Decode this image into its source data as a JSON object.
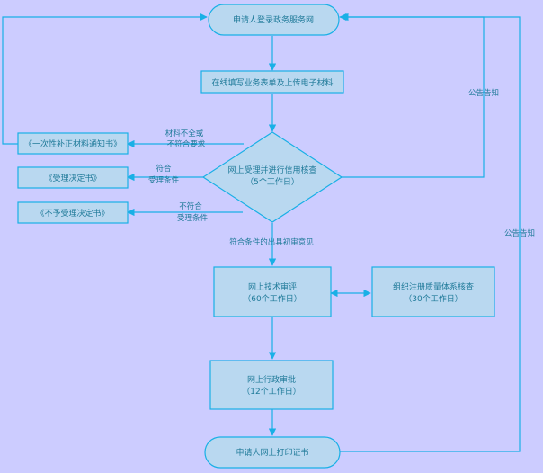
{
  "nodes": {
    "start": "申请人登录政务服务网",
    "fill_form": "在线填写业务表单及上传电子材料",
    "review_line1": "网上受理并进行信用核查",
    "review_line2": "（5个工作日）",
    "supplement": "《一次性补正材料通知书》",
    "accept_doc": "《受理决定书》",
    "reject_doc": "《不予受理决定书》",
    "tech_line1": "网上技术审评",
    "tech_line2": "（60个工作日）",
    "quality_line1": "组织注册质量体系核查",
    "quality_line2": "（30个工作日）",
    "admin_line1": "网上行政审批",
    "admin_line2": "（12个工作日）",
    "end": "申请人网上打印证书"
  },
  "labels": {
    "incomplete_line1": "材料不全或",
    "incomplete_line2": "不符合要求",
    "meets_line1": "符合",
    "meets_line2": "受理条件",
    "notmeet_line1": "不符合",
    "notmeet_line2": "受理条件",
    "preliminary": "符合条件的出具初审意见",
    "notice_right": "公告告知",
    "notice_far": "公告告知"
  },
  "colors": {
    "background": "#ccccff",
    "line": "#19b0e6",
    "box_fill": "#b9d8f0",
    "text": "#1f7a99"
  }
}
